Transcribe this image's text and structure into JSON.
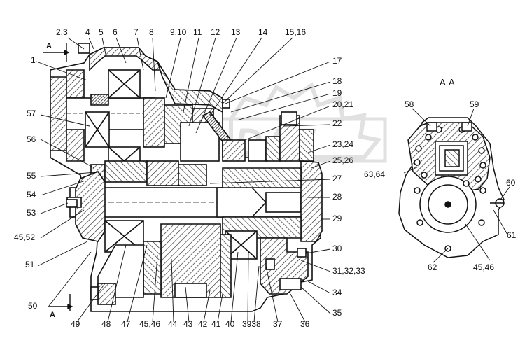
{
  "section_view": {
    "title": "A-A"
  },
  "section_marks": {
    "top": "A",
    "bottom": "A"
  },
  "watermark": {
    "text": "DAF",
    "color": "#c9c9c9"
  },
  "labels": {
    "l_2_3": "2,3",
    "l_4": "4",
    "l_5": "5",
    "l_6": "6",
    "l_7": "7",
    "l_8": "8",
    "l_9_10": "9,10",
    "l_11": "11",
    "l_12": "12",
    "l_13": "13",
    "l_14": "14",
    "l_15_16": "15,16",
    "l_1": "1",
    "l_17": "17",
    "l_18": "18",
    "l_19": "19",
    "l_20_21": "20,21",
    "l_22": "22",
    "l_23_24": "23,24",
    "l_25_26": "25,26",
    "l_27": "27",
    "l_28": "28",
    "l_29": "29",
    "l_30": "30",
    "l_31_32_33": "31,32,33",
    "l_34": "34",
    "l_35": "35",
    "l_36": "36",
    "l_37": "37",
    "l_39_38": "3938",
    "l_40": "40",
    "l_41": "41",
    "l_42": "42",
    "l_43": "43",
    "l_44": "44",
    "l_45_46b": "45,46",
    "l_47": "47",
    "l_48": "48",
    "l_49": "49",
    "l_50": "50",
    "l_51": "51",
    "l_45_52": "45,52",
    "l_53": "53",
    "l_54": "54",
    "l_55": "55",
    "l_56": "56",
    "l_57": "57",
    "l_58": "58",
    "l_59": "59",
    "l_63_64": "63,64",
    "l_60": "60",
    "l_61": "61",
    "l_62": "62",
    "l_45_46r": "45,46"
  }
}
